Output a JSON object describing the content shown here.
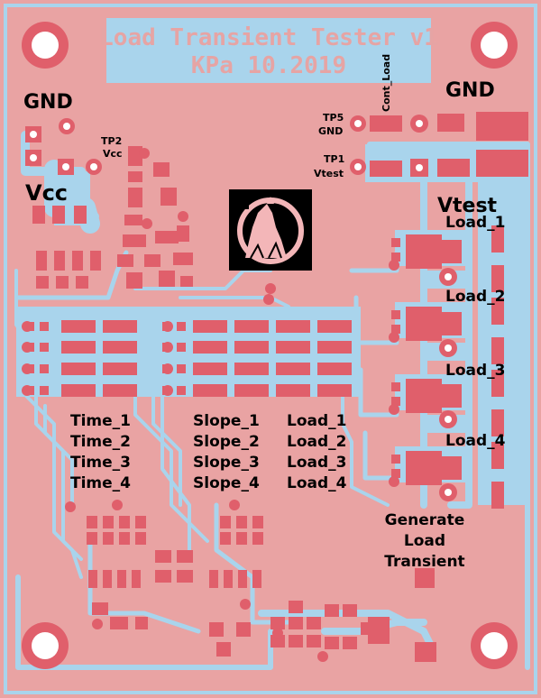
{
  "board": {
    "title_line1": "Load Transient Tester v1",
    "title_line2": "KPa 10.2019",
    "colors": {
      "board": "#e9a3a3",
      "copper": "#a9d4ec",
      "pad": "#e05f6b",
      "silk": "#000000",
      "logo_bg": "#000000",
      "logo_fg": "#f3b6b8"
    }
  },
  "labels": {
    "gnd_left": "GND",
    "vcc_left": "Vcc",
    "gnd_right": "GND",
    "vtest_right": "Vtest",
    "tp2_name": "TP2",
    "tp2_net": "Vcc",
    "tp5_name": "TP5",
    "tp5_net": "GND",
    "tp1_name": "TP1",
    "tp1_net": "Vtest",
    "cont_load": "Cont_Load",
    "load_1": "Load_1",
    "load_2": "Load_2",
    "load_3": "Load_3",
    "load_4": "Load_4",
    "generate_1": "Generate",
    "generate_2": "Load",
    "generate_3": "Transient"
  },
  "switch_labels": {
    "time": [
      "Time_1",
      "Time_2",
      "Time_3",
      "Time_4"
    ],
    "slope": [
      "Slope_1",
      "Slope_2",
      "Slope_3",
      "Slope_4"
    ],
    "load": [
      "Load_1",
      "Load_2",
      "Load_3",
      "Load_4"
    ]
  },
  "icons": {
    "logo": "howling-wolf-moon-logo",
    "mounting": "mounting-hole-icon"
  }
}
